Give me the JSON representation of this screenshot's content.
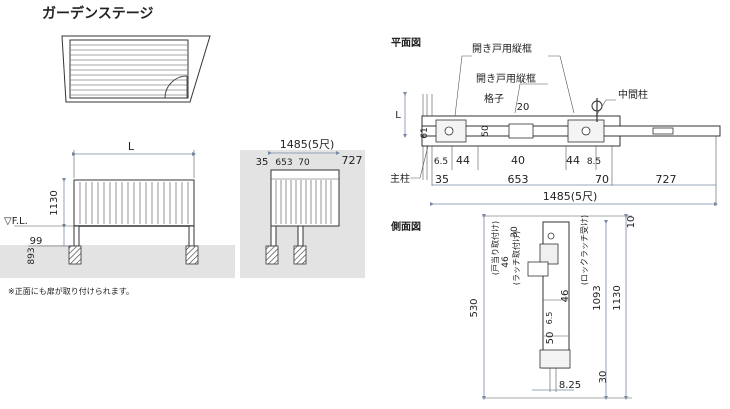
{
  "title": "ガーデンステージ",
  "note": "※正面にも扉が取り付けられます。",
  "front": {
    "width_label": "L",
    "fl_label": "▽F.L.",
    "height_1130": "1130",
    "dim_99": "99",
    "dim_893": "893"
  },
  "side_small": {
    "total": "1485(5尺)",
    "d35": "35",
    "d653": "653",
    "d70": "70",
    "d727": "727"
  },
  "plan": {
    "heading": "平面図",
    "callout_door_frame_1": "開き戸用縦框",
    "callout_door_frame_2": "開き戸用縦框",
    "callout_lattice": "格子",
    "callout_mid_post": "中間柱",
    "callout_main_post": "主柱",
    "L": "L",
    "d61": "61",
    "d50": "50",
    "d20": "20",
    "d6_5a": "6.5",
    "d44a": "44",
    "d40": "40",
    "d44b": "44",
    "d8_5": "8.5",
    "d35": "35",
    "d653": "653",
    "d70": "70",
    "d727": "727",
    "total": "1485(5尺)"
  },
  "section": {
    "heading": "側面図",
    "v_door_mount": "(戸当り取付け)",
    "v_latch_mount": "(ラッチ取付け)",
    "v_latch_stay": "(ロックラッチ受け)",
    "d10": "10",
    "d30a": "30",
    "d46a": "46",
    "d46b": "46",
    "d530": "530",
    "d1093": "1093",
    "d1130": "1130",
    "d6_5": "6.5",
    "d50": "50",
    "d30b": "30",
    "d8_25": "8.25"
  }
}
